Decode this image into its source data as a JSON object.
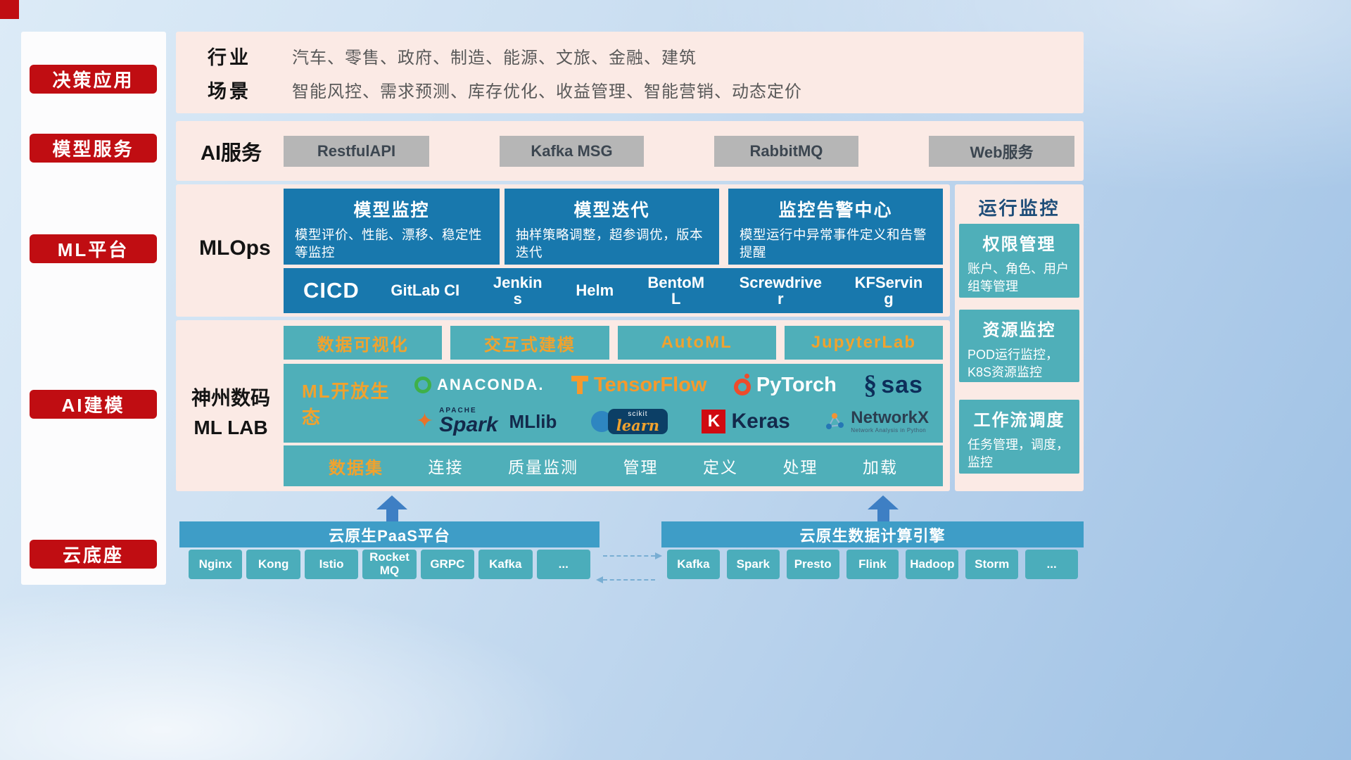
{
  "colors": {
    "accent_red": "#c00d12",
    "panel_pink": "#fbeae5",
    "card_blue": "#1878ad",
    "card_teal": "#4fafb9",
    "highlight_orange": "#f0a22e",
    "bar_blue": "#3e9dc7",
    "chip_teal": "#4badbb",
    "arrow_blue": "#3e7fc4"
  },
  "icons": {
    "spark_star": "✦",
    "sas_mark": "§"
  },
  "sidebar": {
    "items": [
      {
        "label": "决策应用"
      },
      {
        "label": "模型服务"
      },
      {
        "label": "ML平台"
      },
      {
        "label": "AI建模"
      },
      {
        "label": "云底座"
      }
    ]
  },
  "industry": {
    "row1_label": "行业",
    "row1_text": "汽车、零售、政府、制造、能源、文旅、金融、建筑",
    "row2_label": "场景",
    "row2_text": "智能风控、需求预测、库存优化、收益管理、智能营销、动态定价"
  },
  "ai_service": {
    "label": "AI服务",
    "buttons": [
      "RestfulAPI",
      "Kafka MSG",
      "RabbitMQ",
      "Web服务"
    ]
  },
  "mlops": {
    "label": "MLOps",
    "cards": [
      {
        "title": "模型监控",
        "desc": "模型评价、性能、漂移、稳定性等监控"
      },
      {
        "title": "模型迭代",
        "desc": "抽样策略调整，超参调优，版本迭代"
      },
      {
        "title": "监控告警中心",
        "desc": "模型运行中异常事件定义和告警提醒"
      }
    ],
    "cicd_label": "CICD",
    "cicd_tools": [
      "GitLab CI",
      "Jenkins",
      "Helm",
      "BentoML",
      "Screwdriver",
      "KFServing"
    ]
  },
  "monitoring": {
    "title": "运行监控",
    "cards": [
      {
        "title": "权限管理",
        "desc": "账户、角色、用户组等管理"
      },
      {
        "title": "资源监控",
        "desc": "POD运行监控，K8S资源监控"
      },
      {
        "title": "工作流调度",
        "desc": "任务管理，调度，监控"
      }
    ]
  },
  "mllab": {
    "label_line1": "神州数码",
    "label_line2": "ML LAB",
    "tools": [
      "数据可视化",
      "交互式建模",
      "AutoML",
      "JupyterLab"
    ],
    "ecosystem_label": "ML开放生态",
    "logos": {
      "anaconda": "ANACONDA.",
      "tensorflow": "TensorFlow",
      "pytorch": "PyTorch",
      "sas": "sas",
      "spark_small": "APACHE",
      "spark": "Spark",
      "mllib": "MLlib",
      "sklearn_small": "scikit",
      "sklearn": "learn",
      "keras_k": "K",
      "keras": "Keras",
      "networkx": "NetworkX",
      "networkx_sub": "Network Analysis in Python"
    },
    "dataset_label": "数据集",
    "dataset_items": [
      "连接",
      "质量监测",
      "管理",
      "定义",
      "处理",
      "加载"
    ]
  },
  "paas": {
    "title": "云原生PaaS平台",
    "items": [
      "Nginx",
      "Kong",
      "Istio",
      "RocketMQ",
      "GRPC",
      "Kafka",
      "..."
    ]
  },
  "engine": {
    "title": "云原生数据计算引擎",
    "items": [
      "Kafka",
      "Spark",
      "Presto",
      "Flink",
      "Hadoop",
      "Storm",
      "..."
    ]
  }
}
